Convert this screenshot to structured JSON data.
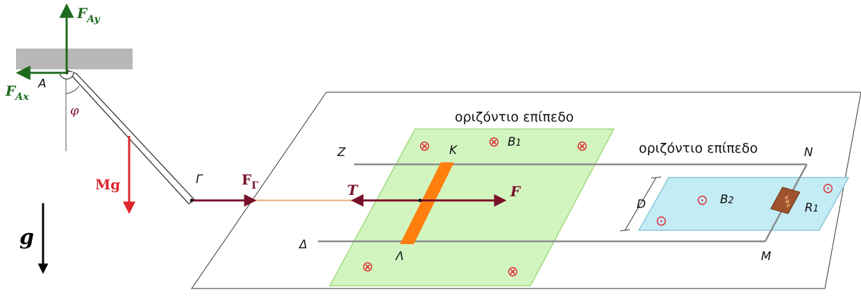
{
  "labels": {
    "A": "A",
    "phi": "φ",
    "Gamma": "Γ",
    "Z": "Z",
    "Delta": "Δ",
    "K": "K",
    "Lambda": "Λ",
    "N": "N",
    "M": "M",
    "D": "D",
    "B1": "B",
    "B1_sub": "1",
    "B2": "B",
    "B2_sub": "2",
    "R1": "R",
    "R1_sub": "1",
    "plane_center": "οριζόντιο επίπεδο",
    "plane_right": "οριζόντιο επίπεδο"
  },
  "forces": {
    "FAy": {
      "main": "F",
      "sub": "Ay"
    },
    "FAx": {
      "main": "F",
      "sub": "Ax"
    },
    "Mg": "Mg",
    "FG": {
      "main": "F",
      "sub": "Γ"
    },
    "T": "T",
    "F": "F",
    "g": "g"
  },
  "symbols": {
    "into_page": "⊗",
    "out_of_page": "⊙"
  },
  "colors": {
    "support_green": "#1e6b1e",
    "weight_red": "#e0262e",
    "force_maroon": "#7a0f2a",
    "rope": "#e8b98f",
    "field_green": "#d2f5c0",
    "field_green_border": "#a0d878",
    "field_blue": "#c4ecf4",
    "field_blue_border": "#8ac8dc",
    "rod_orange": "#ff7f0e",
    "resistor_brown": "#a0522d",
    "ceiling_gray": "#b8b8b8",
    "rail_gray": "#8a8a8a",
    "symbol_red": "#e0262e"
  }
}
